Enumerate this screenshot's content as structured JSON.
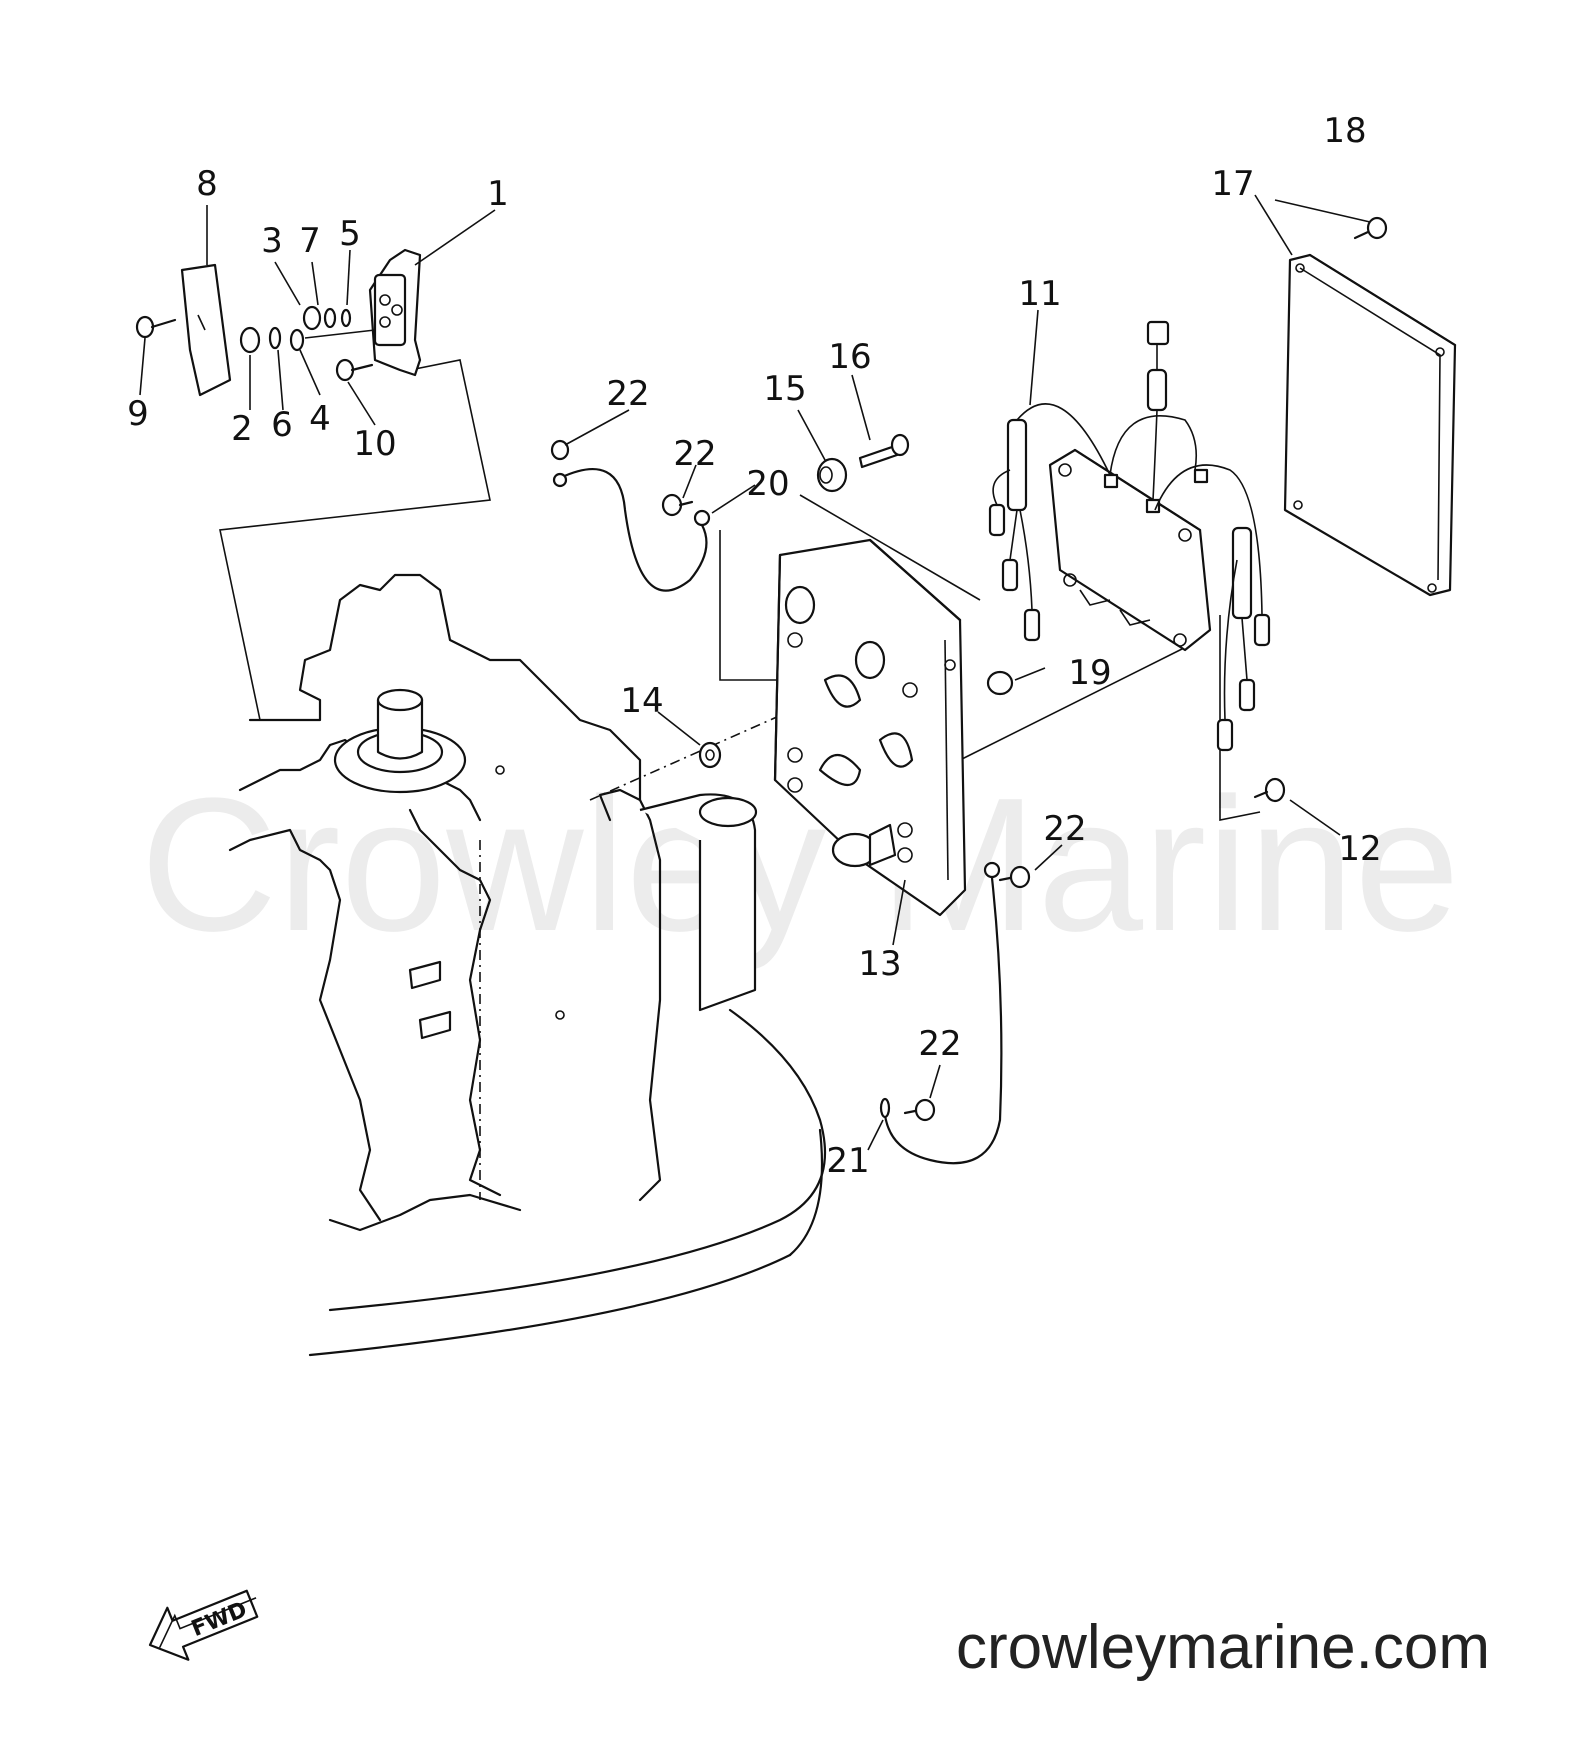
{
  "watermark": "Crowley Marine",
  "website": "crowleymarine.com",
  "direction_label": "FWD",
  "colors": {
    "line": "#111111",
    "watermark": "#ececec",
    "background": "#ffffff"
  },
  "callouts": {
    "c1": "1",
    "c2": "2",
    "c3": "3",
    "c4": "4",
    "c5": "5",
    "c6": "6",
    "c7": "7",
    "c8": "8",
    "c9": "9",
    "c10": "10",
    "c11": "11",
    "c12": "12",
    "c13": "13",
    "c14": "14",
    "c15": "15",
    "c16": "16",
    "c17": "17",
    "c18": "18",
    "c19": "19",
    "c20": "20",
    "c21": "21",
    "c22a": "22",
    "c22b": "22",
    "c22c": "22",
    "c22d": "22"
  }
}
